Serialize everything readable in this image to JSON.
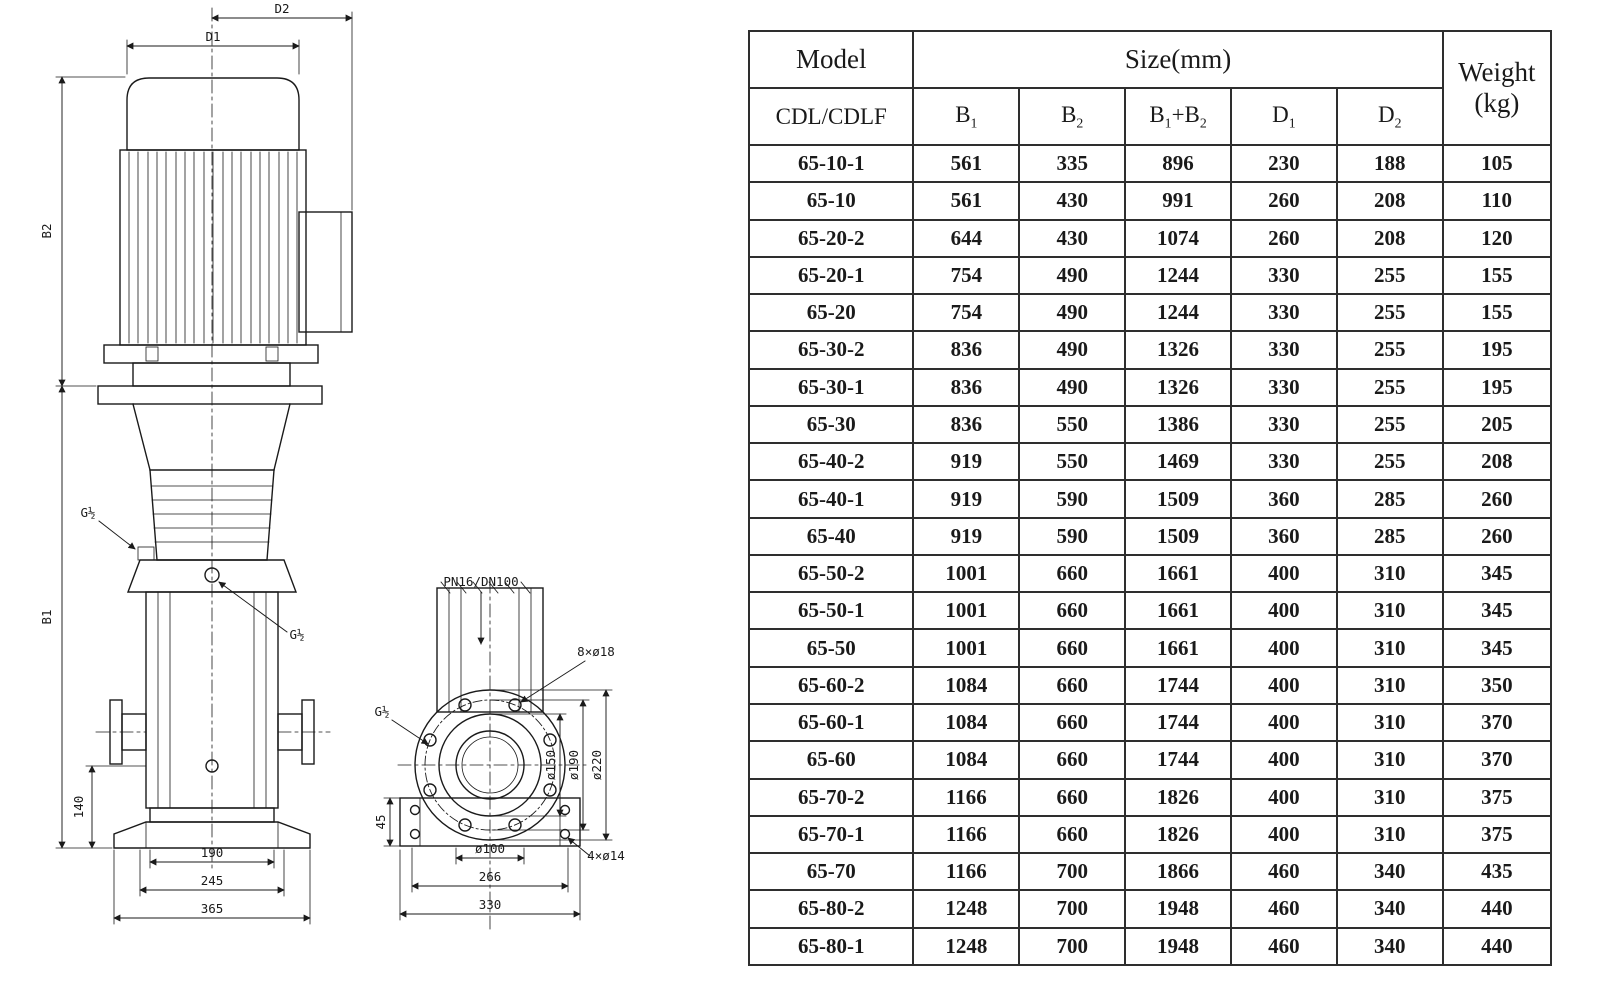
{
  "colors": {
    "ink": "#1a1a1a",
    "paper": "#ffffff"
  },
  "diagram": {
    "elevation": {
      "dim_d2": "D2",
      "dim_d1": "D1",
      "dim_b2": "B2",
      "dim_b1": "B1",
      "dim_140": "140",
      "dim_190": "190",
      "dim_245": "245",
      "dim_365": "365",
      "port_upper": "G½",
      "port_lower": "G½"
    },
    "plan": {
      "flange_spec": "PN16/DN100",
      "bolt_holes": "8×ø18",
      "dia_150": "ø150",
      "dia_190": "ø190",
      "dia_220": "ø220",
      "dia_100": "ø100",
      "dim_266": "266",
      "dim_330": "330",
      "dim_45": "45",
      "anchor_holes": "4×ø14",
      "port": "G½"
    }
  },
  "table": {
    "header": {
      "model": "Model",
      "size_group": "Size(mm)",
      "weight_line1": "Weight",
      "weight_line2": "(kg)",
      "model_series": "CDL/CDLF",
      "size_columns": [
        "B1",
        "B2",
        "B1+B2",
        "D1",
        "D2"
      ]
    },
    "rows": [
      [
        "65-10-1",
        "561",
        "335",
        "896",
        "230",
        "188",
        "105"
      ],
      [
        "65-10",
        "561",
        "430",
        "991",
        "260",
        "208",
        "110"
      ],
      [
        "65-20-2",
        "644",
        "430",
        "1074",
        "260",
        "208",
        "120"
      ],
      [
        "65-20-1",
        "754",
        "490",
        "1244",
        "330",
        "255",
        "155"
      ],
      [
        "65-20",
        "754",
        "490",
        "1244",
        "330",
        "255",
        "155"
      ],
      [
        "65-30-2",
        "836",
        "490",
        "1326",
        "330",
        "255",
        "195"
      ],
      [
        "65-30-1",
        "836",
        "490",
        "1326",
        "330",
        "255",
        "195"
      ],
      [
        "65-30",
        "836",
        "550",
        "1386",
        "330",
        "255",
        "205"
      ],
      [
        "65-40-2",
        "919",
        "550",
        "1469",
        "330",
        "255",
        "208"
      ],
      [
        "65-40-1",
        "919",
        "590",
        "1509",
        "360",
        "285",
        "260"
      ],
      [
        "65-40",
        "919",
        "590",
        "1509",
        "360",
        "285",
        "260"
      ],
      [
        "65-50-2",
        "1001",
        "660",
        "1661",
        "400",
        "310",
        "345"
      ],
      [
        "65-50-1",
        "1001",
        "660",
        "1661",
        "400",
        "310",
        "345"
      ],
      [
        "65-50",
        "1001",
        "660",
        "1661",
        "400",
        "310",
        "345"
      ],
      [
        "65-60-2",
        "1084",
        "660",
        "1744",
        "400",
        "310",
        "350"
      ],
      [
        "65-60-1",
        "1084",
        "660",
        "1744",
        "400",
        "310",
        "370"
      ],
      [
        "65-60",
        "1084",
        "660",
        "1744",
        "400",
        "310",
        "370"
      ],
      [
        "65-70-2",
        "1166",
        "660",
        "1826",
        "400",
        "310",
        "375"
      ],
      [
        "65-70-1",
        "1166",
        "660",
        "1826",
        "400",
        "310",
        "375"
      ],
      [
        "65-70",
        "1166",
        "700",
        "1866",
        "460",
        "340",
        "435"
      ],
      [
        "65-80-2",
        "1248",
        "700",
        "1948",
        "460",
        "340",
        "440"
      ],
      [
        "65-80-1",
        "1248",
        "700",
        "1948",
        "460",
        "340",
        "440"
      ]
    ]
  }
}
